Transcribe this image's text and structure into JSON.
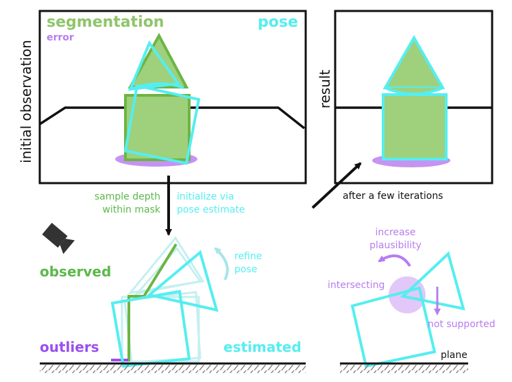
{
  "top_left_panel": {
    "segmentation_label": "segmentation",
    "pose_label": "pose",
    "error_label": "error",
    "side_label": "initial observation"
  },
  "top_right_panel": {
    "side_label": "result",
    "arrow_label": "after a few iterations"
  },
  "flow_arrow": {
    "left_text": "sample depth\nwithin mask",
    "right_text": "initialize via\npose estimate"
  },
  "bottom_left": {
    "refine_label": "refine\npose",
    "observed_label": "observed",
    "outliers_label": "outliers",
    "estimated_label": "estimated"
  },
  "bottom_right": {
    "increase_label": "increase\nplausibility",
    "intersecting_label": "intersecting",
    "not_supported_label": "not supported",
    "plane_label": "plane"
  },
  "colors": {
    "segmentation": "#8fc56a",
    "observed": "#5db84b",
    "pose": "#55eef0",
    "error": "#b77cf0",
    "outliers": "#9a4ff0",
    "ink": "#111111"
  },
  "icons": [
    "camera-icon"
  ]
}
